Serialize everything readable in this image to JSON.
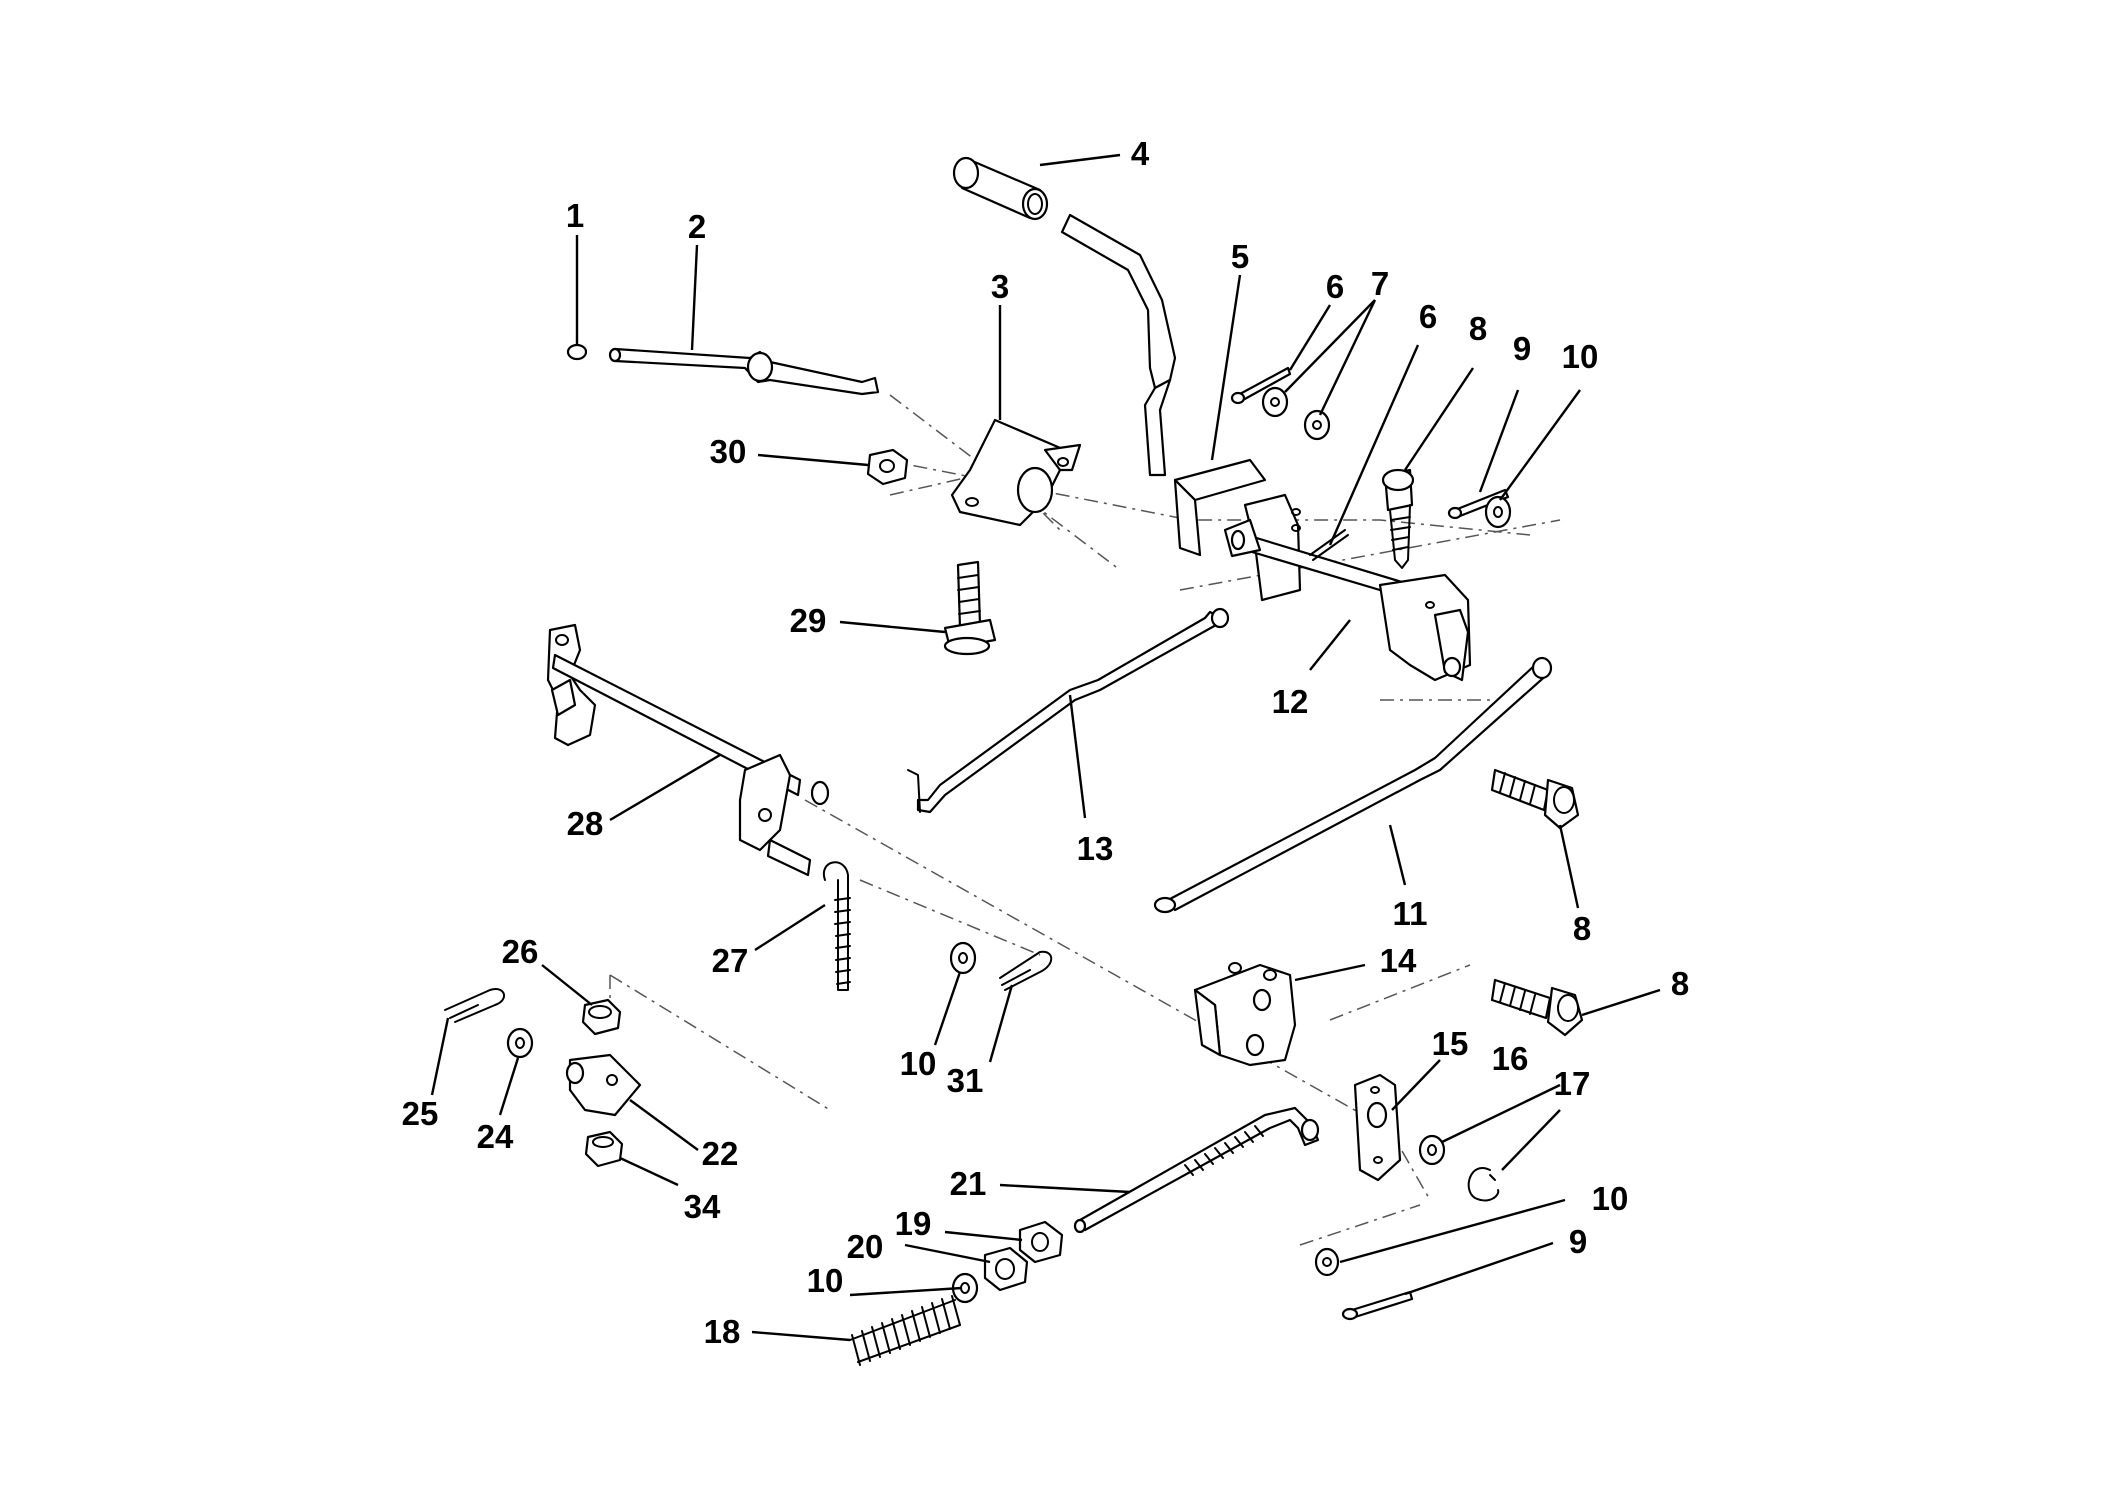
{
  "diagram": {
    "callouts": [
      "1",
      "2",
      "3",
      "4",
      "5",
      "6",
      "7",
      "6",
      "8",
      "9",
      "10",
      "30",
      "29",
      "12",
      "13",
      "28",
      "11",
      "8",
      "27",
      "14",
      "8",
      "26",
      "10",
      "31",
      "15",
      "16",
      "17",
      "25",
      "24",
      "22",
      "34",
      "21",
      "10",
      "19",
      "9",
      "20",
      "10",
      "18"
    ]
  }
}
